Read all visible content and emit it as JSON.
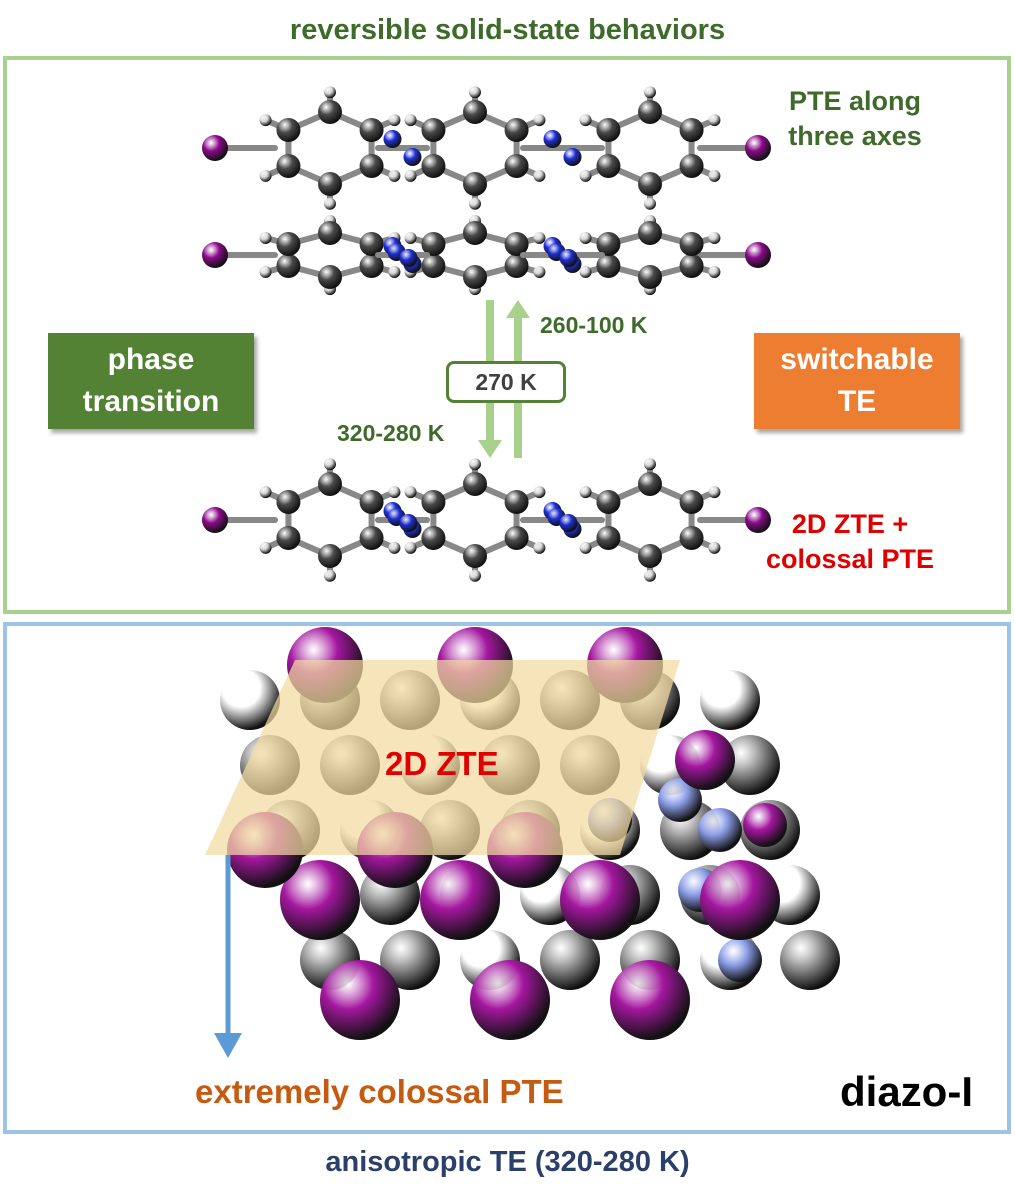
{
  "title_top": "reversible solid-state behaviors",
  "title_bottom": "anisotropic TE (320-280 K)",
  "phase_box": [
    "phase",
    "transition"
  ],
  "te_box": [
    "switchable",
    "TE"
  ],
  "pte_label": [
    "PTE along",
    "three axes"
  ],
  "zte_label": [
    "2D ZTE +",
    "colossal PTE"
  ],
  "cooling_range": "260-100 K",
  "heating_range": "320-280 K",
  "transition_temp": "270 K",
  "plane_label": "2D ZTE",
  "axis_label": "extremely colossal PTE",
  "compound": "diazo-I",
  "colors": {
    "green_dark": "#548235",
    "green_light": "#a9d18e",
    "blue_light": "#9dc3e6",
    "orange": "#ed7d31",
    "iodine": "#8b0a8b",
    "carbon": "#4a4a4a",
    "nitrogen": "#1f2fd6",
    "hydrogen": "#d9d9d9",
    "arrow_blue": "#5b9bd5",
    "plane": "#f2d9a0"
  }
}
